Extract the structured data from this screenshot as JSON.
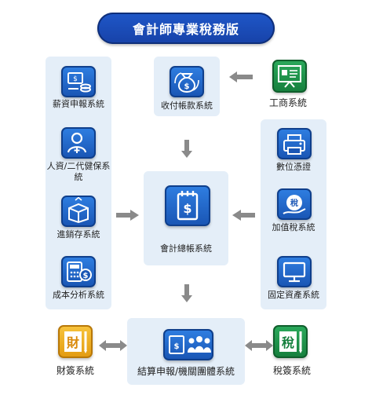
{
  "title": "會計師專業稅務版",
  "nodes": {
    "payroll": "薪資申報系統",
    "insurance": "人資/二代健保系統",
    "inventory": "進銷存系統",
    "cost": "成本分析系統",
    "receipts": "收付帳款系統",
    "ledger": "會計總帳系統",
    "settlement": "結算申報/機關團體系統",
    "commerce": "工商系統",
    "digital": "數位憑證",
    "vat": "加值稅系統",
    "assets": "固定資產系統",
    "finance_sign": "財簽系統",
    "tax_sign": "稅簽系統"
  },
  "icon_glyphs": {
    "finance": "財",
    "tax": "稅",
    "vat_coin": "稅"
  },
  "colors": {
    "accent_blue": "#1f57c8",
    "panel": "#e4eef8",
    "green": "#16803e",
    "yellow": "#e39c12",
    "arrow": "#8a8a8a"
  }
}
